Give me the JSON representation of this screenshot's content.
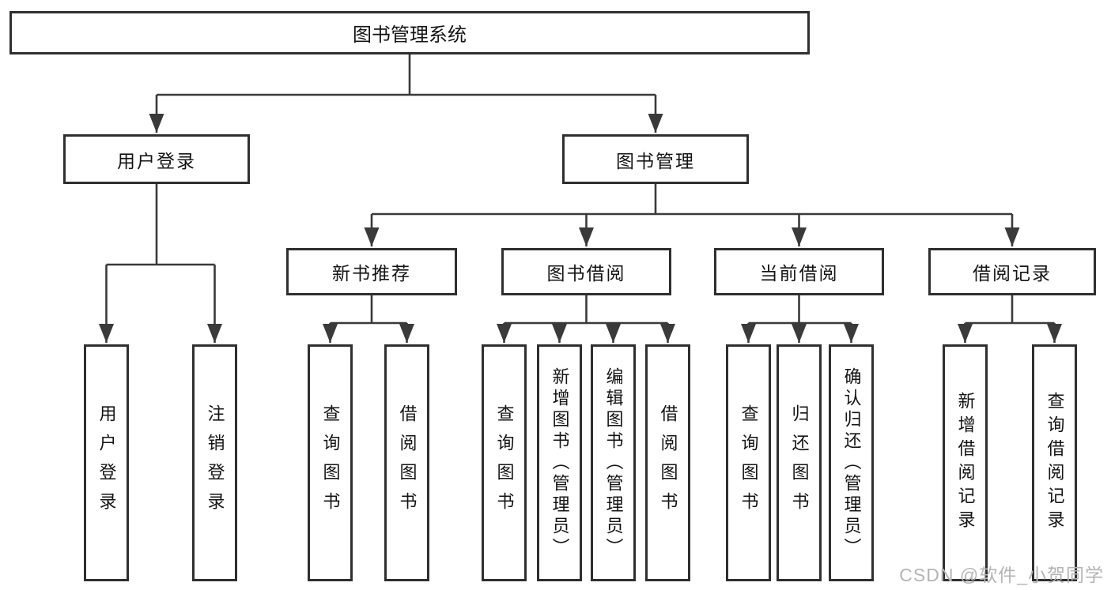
{
  "diagram": {
    "root": {
      "label": "图书管理系统"
    },
    "level2": [
      {
        "label": "用户登录"
      },
      {
        "label": "图书管理"
      }
    ],
    "level3": [
      {
        "label": "新书推荐"
      },
      {
        "label": "图书借阅"
      },
      {
        "label": "当前借阅"
      },
      {
        "label": "借阅记录"
      }
    ],
    "leaves": [
      {
        "parent": "用户登录",
        "label": "用户登录"
      },
      {
        "parent": "用户登录",
        "label": "注销登录"
      },
      {
        "parent": "新书推荐",
        "label": "查询图书"
      },
      {
        "parent": "新书推荐",
        "label": "借阅图书"
      },
      {
        "parent": "图书借阅",
        "label": "查询图书"
      },
      {
        "parent": "图书借阅",
        "label": "新增图书（管理员）"
      },
      {
        "parent": "图书借阅",
        "label": "编辑图书（管理员）"
      },
      {
        "parent": "图书借阅",
        "label": "借阅图书"
      },
      {
        "parent": "当前借阅",
        "label": "查询图书"
      },
      {
        "parent": "当前借阅",
        "label": "归还图书"
      },
      {
        "parent": "当前借阅",
        "label": "确认归还（管理员）"
      },
      {
        "parent": "借阅记录",
        "label": "新增借阅记录"
      },
      {
        "parent": "借阅记录",
        "label": "查询借阅记录"
      }
    ]
  },
  "watermark": {
    "text": "CSDN @软件_小贺同学"
  },
  "colors": {
    "background": "#ffffff",
    "line": "#3a3a3a",
    "box_border": "#2f2f2f",
    "text": "#141414",
    "watermark": "#b4b4b4"
  }
}
